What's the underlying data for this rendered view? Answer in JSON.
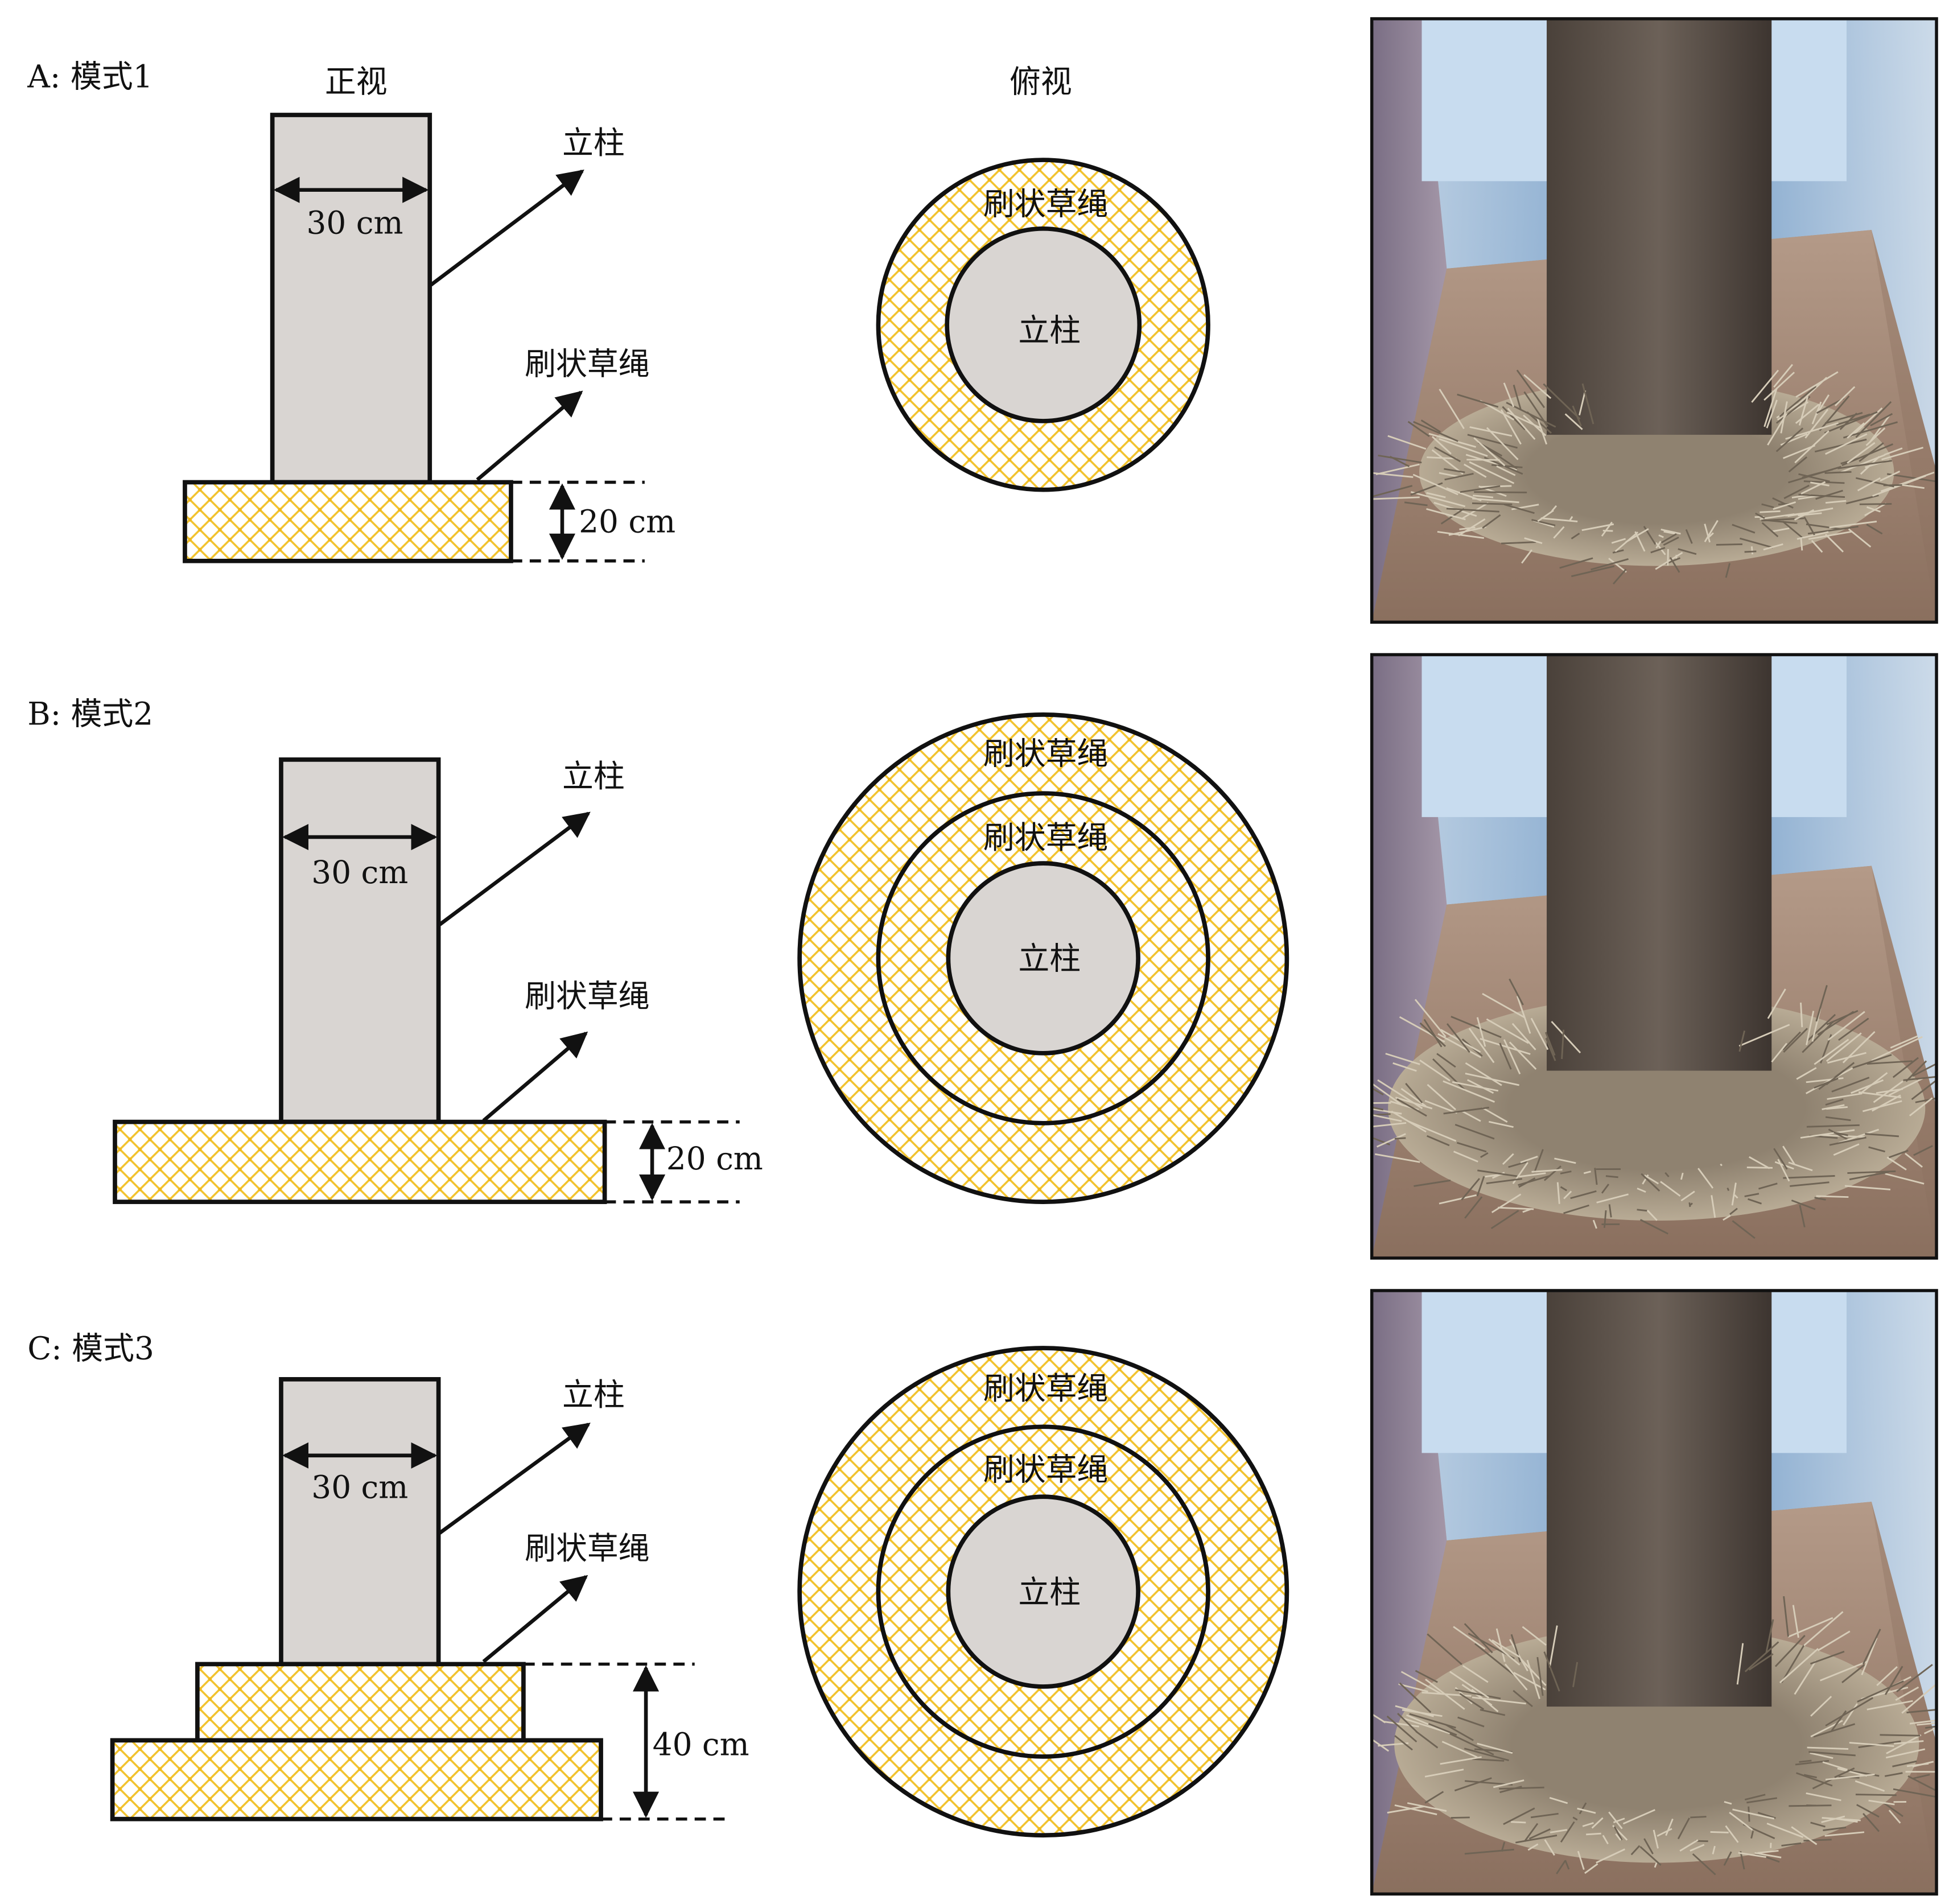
{
  "panels": [
    {
      "label": "A: 模式1",
      "front_title": "正视",
      "top_title": "俯视",
      "width_dim": "30 cm",
      "column_label": "立柱",
      "rope_label": "刷状草绳",
      "height_dim": "20 cm",
      "top_rings": [
        "刷状草绳"
      ],
      "top_center": "立柱"
    },
    {
      "label": "B: 模式2",
      "width_dim": "30 cm",
      "column_label": "立柱",
      "rope_label": "刷状草绳",
      "height_dim": "20 cm",
      "top_rings": [
        "刷状草绳",
        "刷状草绳"
      ],
      "top_center": "立柱"
    },
    {
      "label": "C: 模式3",
      "width_dim": "30 cm",
      "column_label": "立柱",
      "rope_label": "刷状草绳",
      "height_dim": "40 cm",
      "top_rings": [
        "刷状草绳",
        "刷状草绳"
      ],
      "top_center": "立柱"
    }
  ],
  "colors": {
    "rope_pattern": "#f2c32e",
    "column_fill": "#d9d5d2",
    "outline": "#111111"
  }
}
